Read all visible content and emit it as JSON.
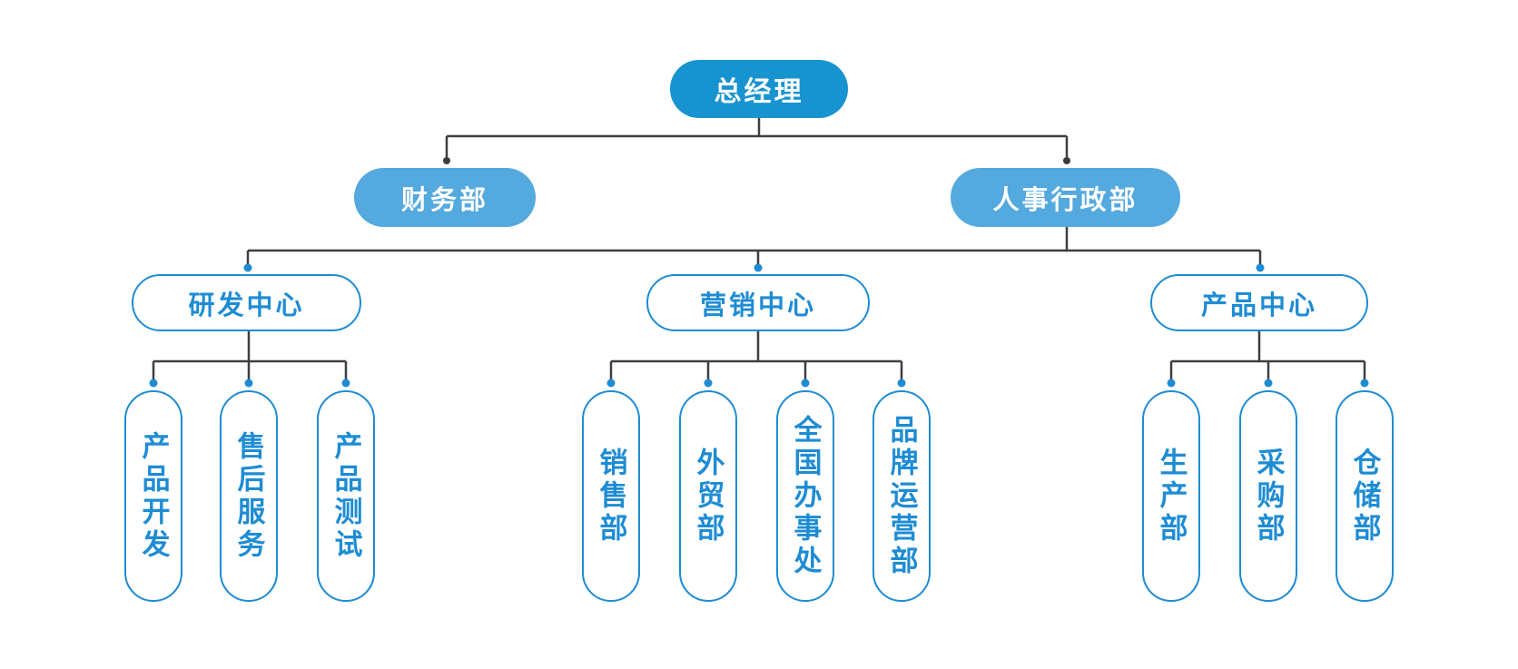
{
  "org_chart": {
    "root": {
      "label": "总经理"
    },
    "level2": [
      {
        "label": "财务部"
      },
      {
        "label": "人事行政部"
      }
    ],
    "level3": [
      {
        "label": "研发中心"
      },
      {
        "label": "营销中心"
      },
      {
        "label": "产品中心"
      }
    ],
    "level4_groups": [
      {
        "parent": "研发中心",
        "children": [
          {
            "label": "产品开发"
          },
          {
            "label": "售后服务"
          },
          {
            "label": "产品测试"
          }
        ]
      },
      {
        "parent": "营销中心",
        "children": [
          {
            "label": "销售部"
          },
          {
            "label": "外贸部"
          },
          {
            "label": "全国办事处"
          },
          {
            "label": "品牌运营部"
          }
        ]
      },
      {
        "parent": "产品中心",
        "children": [
          {
            "label": "生产部"
          },
          {
            "label": "采购部"
          },
          {
            "label": "仓储部"
          }
        ]
      }
    ],
    "colors": {
      "root_fill": "#1793D0",
      "level2_fill": "#54A9DE",
      "outline_and_text_blue": "#1E8CD3",
      "node_text_on_fill": "#FFFFFF",
      "connector_line": "#3F3F3F",
      "junction_dot_dark": "#3B3B3B",
      "junction_dot_blue": "#1E8CD3"
    }
  }
}
